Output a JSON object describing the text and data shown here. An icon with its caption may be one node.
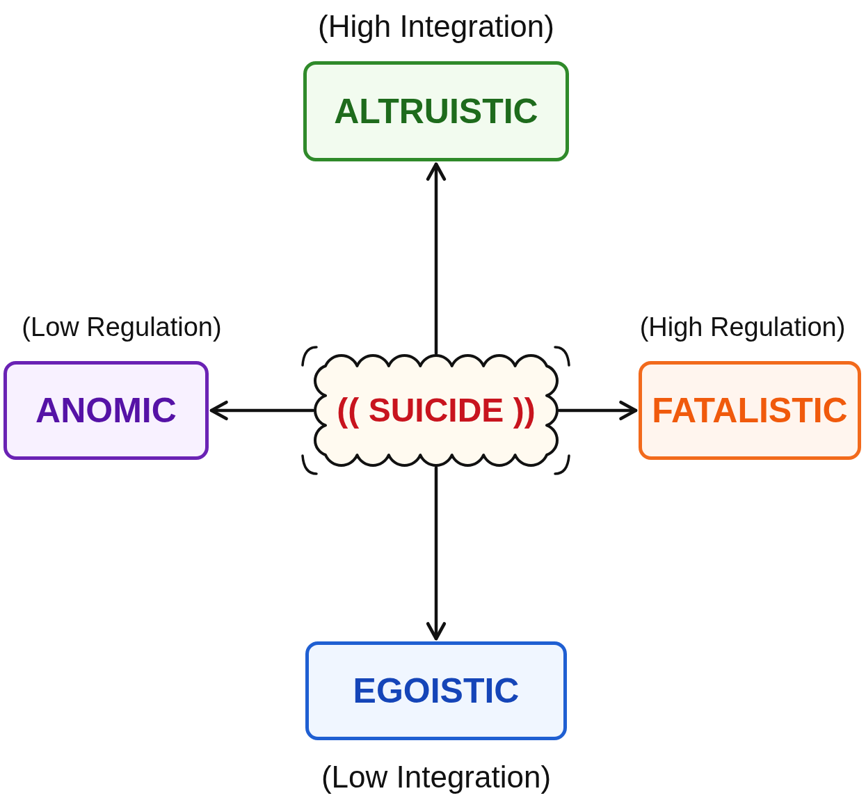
{
  "diagram": {
    "nodes": [
      {
        "text": [
          "ALTRUISTIC"
        ],
        "beside": [
          "(High Integration)"
        ]
      },
      {
        "text": [
          "ANOMIC"
        ],
        "beside": [
          "(Low Regulation)"
        ]
      },
      {
        "text": [
          "(( SUICIDE ))"
        ]
      },
      {
        "text": [
          "FATALISTIC"
        ],
        "beside": [
          "(High Regulation)"
        ]
      },
      {
        "text": [
          "EGOISTIC"
        ],
        "beside": [
          "(Low Integration)"
        ]
      }
    ],
    "edges": [
      {
        "from": 2,
        "to": 0,
        "arrow": "to"
      },
      {
        "from": 2,
        "to": 1,
        "arrow": "to"
      },
      {
        "from": 2,
        "to": 3,
        "arrow": "to"
      },
      {
        "from": 2,
        "to": 4,
        "arrow": "to"
      }
    ]
  }
}
